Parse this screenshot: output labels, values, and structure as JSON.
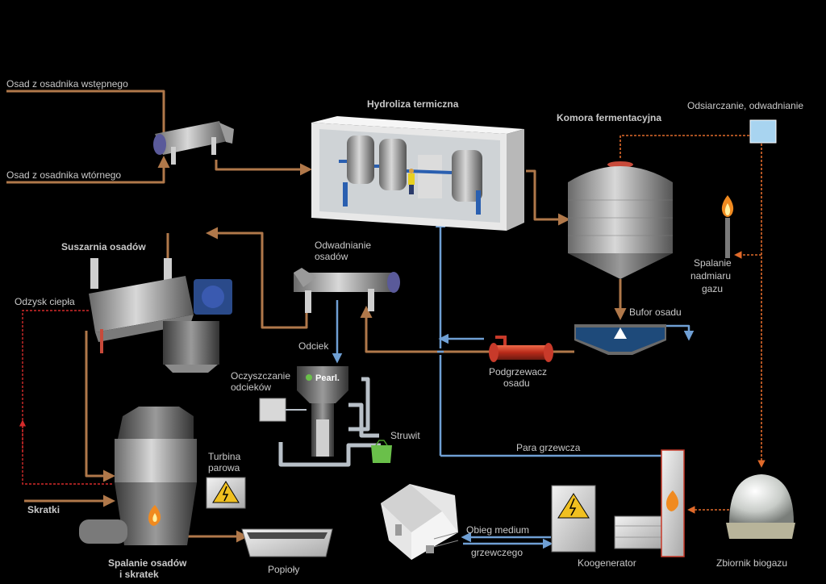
{
  "labels": {
    "primary_sludge": "Osad z osadnika wstępnego",
    "secondary_sludge": "Osad z osadnika wtórnego",
    "thermal_hydrolysis": "Hydroliza termiczna",
    "digester": "Komora fermentacyjna",
    "desulfurization": "Odsiarczanie, odwadnianie",
    "dryer": "Suszarnia osadów",
    "dewatering_line1": "Odwadnianie",
    "dewatering_line2": "osadów",
    "heat_recovery": "Odzysk ciepła",
    "flare_line1": "Spalanie",
    "flare_line2": "nadmiaru",
    "flare_line3": "gazu",
    "sludge_buffer": "Bufor osadu",
    "filtrate": "Odciek",
    "filtrate_treatment_line1": "Oczyszczanie",
    "filtrate_treatment_line2": "odcieków",
    "pearl_brand": "Pearl.",
    "struvite": "Struwit",
    "heater_line1": "Podgrzewacz",
    "heater_line2": "osadu",
    "heating_steam": "Para grzewcza",
    "steam_turbine_line1": "Turbina",
    "steam_turbine_line2": "parowa",
    "screenings": "Skratki",
    "incineration_line1": "Spalanie osadów",
    "incineration_line2": "i skratek",
    "ashes": "Popioły",
    "heating_loop_line1": "Obieg medium",
    "heating_loop_line2": "grzewczego",
    "cogenerator": "Koogenerator",
    "biogas_tank": "Zbiornik biogazu"
  },
  "colors": {
    "sludge_flow": "#b0784a",
    "water_flow": "#6f9fd4",
    "biogas_flow": "#e06a2a",
    "heat_recovery_flow": "#d42a2a",
    "background": "#000000"
  },
  "icons": {
    "centrifuge": "centrifuge-icon",
    "hydrolysis_container": "hydrolysis-container-icon",
    "digester": "digester-tank-icon",
    "desulfurizer": "desulfurizer-box-icon",
    "flare": "flame-icon",
    "dryer": "dryer-machine-icon",
    "buffer": "buffer-tank-icon",
    "heater": "heater-pipe-icon",
    "pearl_reactor": "pearl-reactor-icon",
    "struvite": "struvite-bag-icon",
    "incinerator": "incinerator-icon",
    "turbine": "high-voltage-icon",
    "ash": "ash-container-icon",
    "house": "house-icon",
    "cogenerator": "cogenerator-icon",
    "biogas": "biogas-dome-icon"
  }
}
